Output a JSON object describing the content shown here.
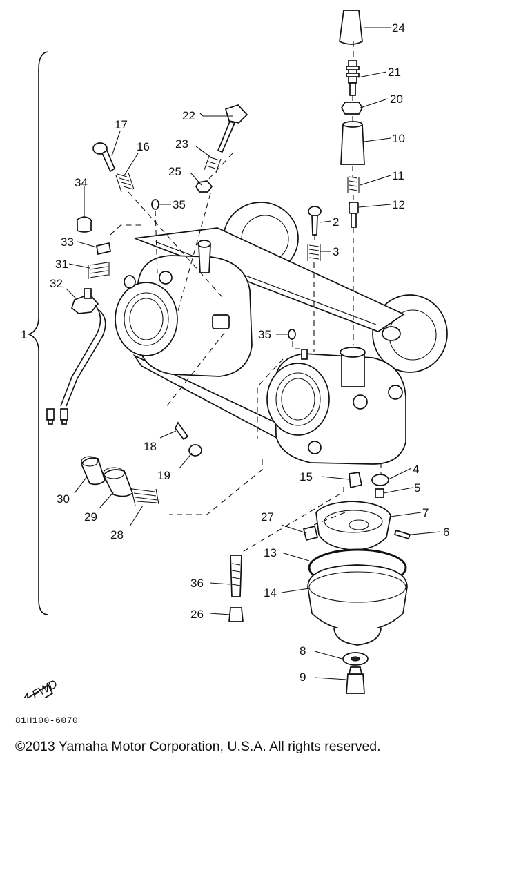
{
  "diagram": {
    "part_labels": [
      "1",
      "2",
      "3",
      "4",
      "5",
      "6",
      "7",
      "8",
      "9",
      "10",
      "11",
      "12",
      "13",
      "14",
      "15",
      "16",
      "17",
      "18",
      "19",
      "20",
      "21",
      "22",
      "23",
      "24",
      "25",
      "26",
      "27",
      "28",
      "29",
      "30",
      "31",
      "32",
      "33",
      "34",
      "35",
      "35",
      "36"
    ],
    "fwd_label": "FWD"
  },
  "footer": {
    "diagram_code": "81H100-6070",
    "copyright": "©2013 Yamaha Motor Corporation, U.S.A. All rights reserved."
  }
}
